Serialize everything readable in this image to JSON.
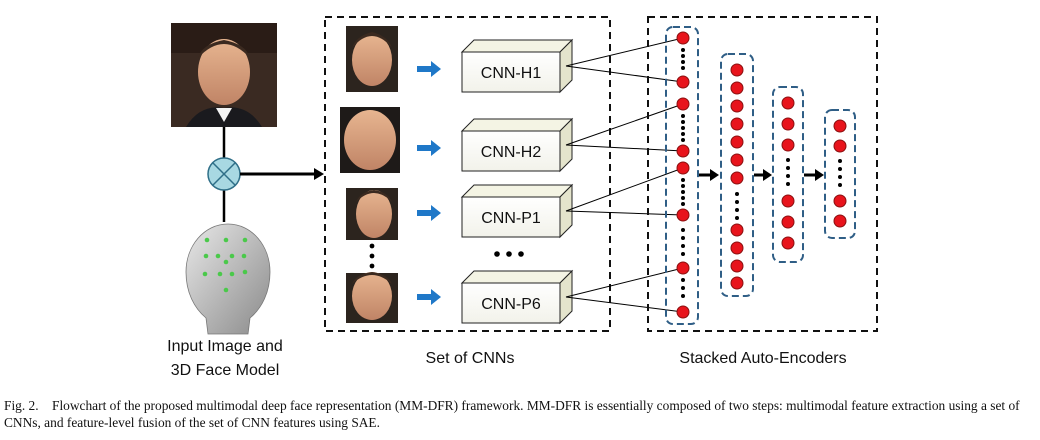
{
  "figure": {
    "input_label_line1": "Input Image and",
    "input_label_line2": "3D Face Model",
    "cnn_set_label": "Set of CNNs",
    "sae_label": "Stacked Auto-Encoders",
    "cnns": [
      {
        "name": "CNN-H1"
      },
      {
        "name": "CNN-H2"
      },
      {
        "name": "CNN-P1"
      },
      {
        "name": "CNN-P6"
      }
    ],
    "fusion_icon": "circled-x-icon",
    "colors": {
      "node_red": "#e8141c",
      "arrow_blue": "#1f78c8",
      "dashed_blue": "#2f5e86",
      "fusion_fill": "#a8d8e2"
    }
  },
  "caption": {
    "fig_label": "Fig. 2.",
    "text": "Flowchart of the proposed multimodal deep face representation (MM-DFR) framework. MM-DFR is essentially composed of two steps: multimodal feature extraction using a set of CNNs, and feature-level fusion of the set of CNN features using SAE."
  }
}
